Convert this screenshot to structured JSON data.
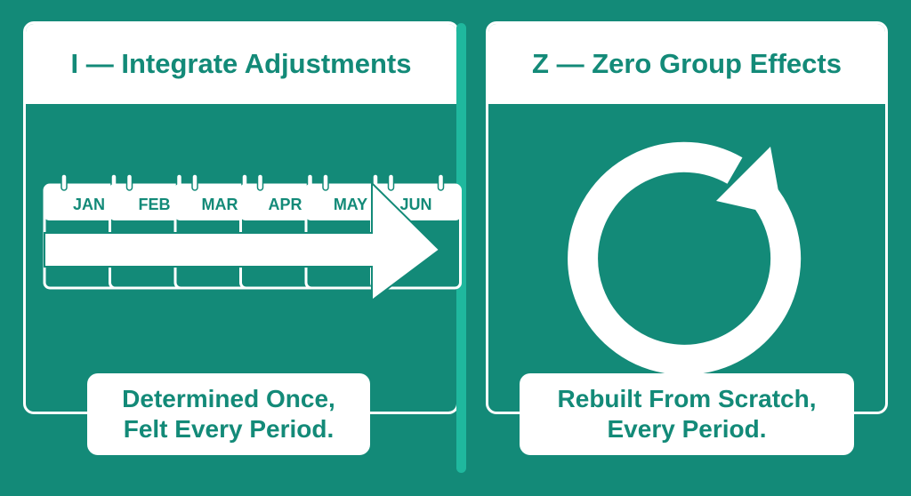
{
  "left_panel": {
    "title": "I — Integrate Adjustments",
    "months": [
      "JAN",
      "FEB",
      "MAR",
      "APR",
      "MAY",
      "JUN"
    ],
    "caption_line1": "Determined Once,",
    "caption_line2": "Felt Every Period.",
    "icon": "calendar-arrow-icon"
  },
  "right_panel": {
    "title": "Z — Zero Group Effects",
    "caption_line1": "Rebuilt From Scratch,",
    "caption_line2": "Every Period.",
    "icon": "refresh-cycle-icon"
  },
  "colors": {
    "background": "#138A78",
    "foreground": "#FFFFFF",
    "divider": "#1FB89E"
  }
}
